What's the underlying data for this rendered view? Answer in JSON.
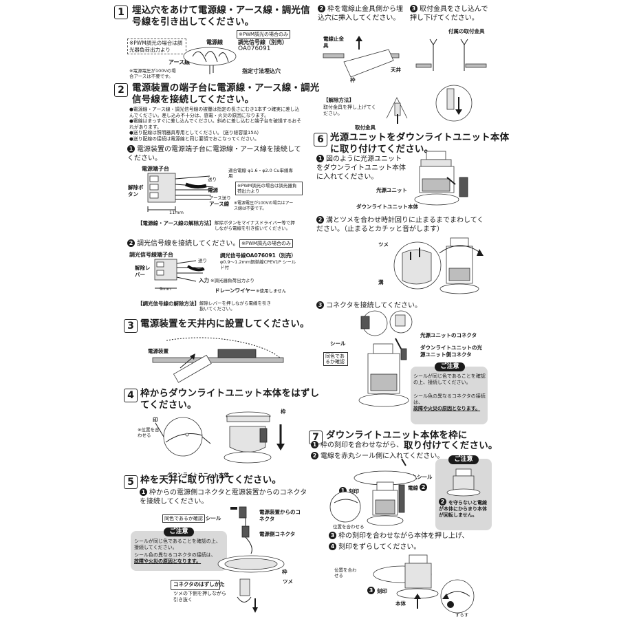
{
  "step1": {
    "no": "1",
    "title_l1": "埋込穴をあけて電源線・アース線・調光信",
    "title_l2": "号線を引き出してください。",
    "note_pwm_only": "※PWM調光の場合のみ",
    "note_pwm_left": "※PWM調光の場合は調光器負荷出力より",
    "label_power": "電源線",
    "label_dim": "調光信号線（別売）",
    "label_part": "OA076091",
    "label_earth": "アース線",
    "label_hole": "指定寸法埋込穴",
    "note_voltage": "※電源電圧が100Vの場合アースは不要です。"
  },
  "step2": {
    "no": "2",
    "title_l1": "電源装置の端子台に電源線・アース線・調光",
    "title_l2": "信号線を接続してください。",
    "bullets": [
      "●電源線・アース線・調光信号線の被覆は指定の長さにむき1本ずつ確実に差し込んでください。差し込み不十分は、感電・火災の原因になります。",
      "●電線はまっすぐに差し込んでください。斜めに差し込むと端子台を破損するおそれがあります。",
      "●送り配線は照明器具専用としてください。（送り総容量15A）",
      "●送り配線の接続は電源線と同じ要領でおこなってください。"
    ],
    "sub1": "電源装置の電源端子台に電源線・アース線を接続してください。",
    "sub1_no": "1",
    "terminal_label": "電源端子台",
    "wire_note": "適合電線 φ1.6・φ2.0 Cu単線専用",
    "label_send": "送り",
    "label_power": "電源",
    "label_pwm": "※PWM調光の場合は調光器負荷出力より",
    "label_earth_send": "アース送り",
    "label_earth": "アース線",
    "label_earth_note": "※電源電圧が100Vの場合はアース線は不要です。",
    "label_release_btn": "解除ボタン",
    "dim_11mm": "11mm",
    "release_title": "【電源線・アース線の解除方法】",
    "release_text": "解除ボタンをマイナスドライバー等で押しながら電線を引き抜いてください。",
    "sub2": "調光信号線を接続してください。",
    "sub2_no": "2",
    "sub2_tag": "※PWM調光の場合のみ",
    "dim_terminal": "調光信号線端子台",
    "dim_send": "送り",
    "dim_line": "調光信号線OA076091（別売）",
    "dim_line_spec": "φ0.9〜1.2mm銅単線CPEV1P シールド付",
    "release_lever": "解除レバー",
    "label_input": "入力",
    "label_input_note": "※調光器負荷出力より",
    "dim_9mm": "9mm",
    "label_drain": "ドレーンワイヤー",
    "label_drain_note": "※使用しません",
    "release2_title": "【調光信号線の解除方法】",
    "release2_text": "解除レバーを押しながら電線を引き抜いてください。"
  },
  "step3": {
    "no": "3",
    "title": "電源装置を天井内に設置してください。",
    "label_device": "電源装置"
  },
  "step4": {
    "no": "4",
    "title_l1": "枠からダウンライトユニット本体をはずし",
    "title_l2": "てください。",
    "label_mark": "印",
    "label_align": "※位置を合わせる",
    "label_frame": "枠",
    "label_body": "ダウンライトユニット本体"
  },
  "step5": {
    "no": "5",
    "title": "枠を天井に取り付けてください。",
    "sub1_no": "1",
    "sub1": "枠からの電源側コネクタと電源装置からのコネクタを接続してください。",
    "tag_same": "同色であるか確認",
    "label_seal": "シール",
    "label_conn_device": "電源装置からのコネクタ",
    "label_conn_power": "電源側コネクタ",
    "caution_head": "ご注意",
    "caution_l1": "シールが同じ色であることを確認の上、接続してください。",
    "caution_l2": "シール色の異なるコネクタの接続は、",
    "caution_l3": "故障や火災の原因となります。",
    "label_frame": "枠",
    "label_tsume": "ツメ",
    "remove_head": "コネクタのはずしかた",
    "remove_text": "ツメの下側を押しながら引き抜く"
  },
  "col2top": {
    "sub2_no": "2",
    "sub2": "枠を電線止金具側から埋込穴に挿入してください。",
    "sub3_no": "3",
    "sub3": "取付金具をさし込んで押し下げてください。",
    "label_stop": "電線止金具",
    "label_ceiling": "天井",
    "label_frame": "枠",
    "label_fitting": "付属の取付金具",
    "release_title": "【解除方法】",
    "release_text": "取付金具を押し上げてください。",
    "label_fitting2": "取付金具"
  },
  "step6": {
    "no": "6",
    "title_l1": "光源ユニットをダウンライトユニット本体",
    "title_l2": "に取り付けてください。",
    "sub1_no": "1",
    "sub1": "図のように光源ユニットをダウンライトユニット本体に入れてください。",
    "label_light": "光源ユニット",
    "label_body": "ダウンライトユニット本体",
    "sub2_no": "2",
    "sub2": "溝とツメを合わせ時計回りに止まるまでまわしてください。（止まるとカチッと音がします）",
    "label_tsume": "ツメ",
    "label_groove": "溝",
    "sub3_no": "3",
    "sub3": "コネクタを接続してください。",
    "label_seal": "シール",
    "tag_same": "同色であるか確認",
    "label_conn_light": "光源ユニットのコネクタ",
    "label_conn_body": "ダウンライトユニットの光源ユニット側コネクタ",
    "caution_head": "ご注意",
    "caution_l1": "シールが同じ色であることを確認の上、接続してください。",
    "caution_l2": "シール色の異なるコネクタの接続は、",
    "caution_l3": "故障や火災の原因となります。"
  },
  "step7": {
    "no": "7",
    "title_l1": "ダウンライトユニット本体を枠に",
    "title_l2": "取り付けてください。",
    "sub1_no": "1",
    "sub1": "枠の刻印を合わせながら、",
    "sub2_no": "2",
    "sub2": "電線を赤丸シール側に入れてください。",
    "caution_head": "ご注意",
    "label_red_seal": "赤丸シール",
    "label_wire": "電線",
    "label_mark": "刻印",
    "label_pos_align": "位置を合わせる",
    "caution_text": "を守らないと電線が本体にからまり本体が回転しません。",
    "caution_no": "2",
    "sub3_no": "3",
    "sub3": "枠の刻印を合わせながら本体を押し上げ、",
    "sub4_no": "4",
    "sub4": "刻印をずらしてください。",
    "label_pos": "位置を合わせる",
    "label_mark2": "刻印",
    "label_body": "本体",
    "label_shift": "ずらす"
  }
}
